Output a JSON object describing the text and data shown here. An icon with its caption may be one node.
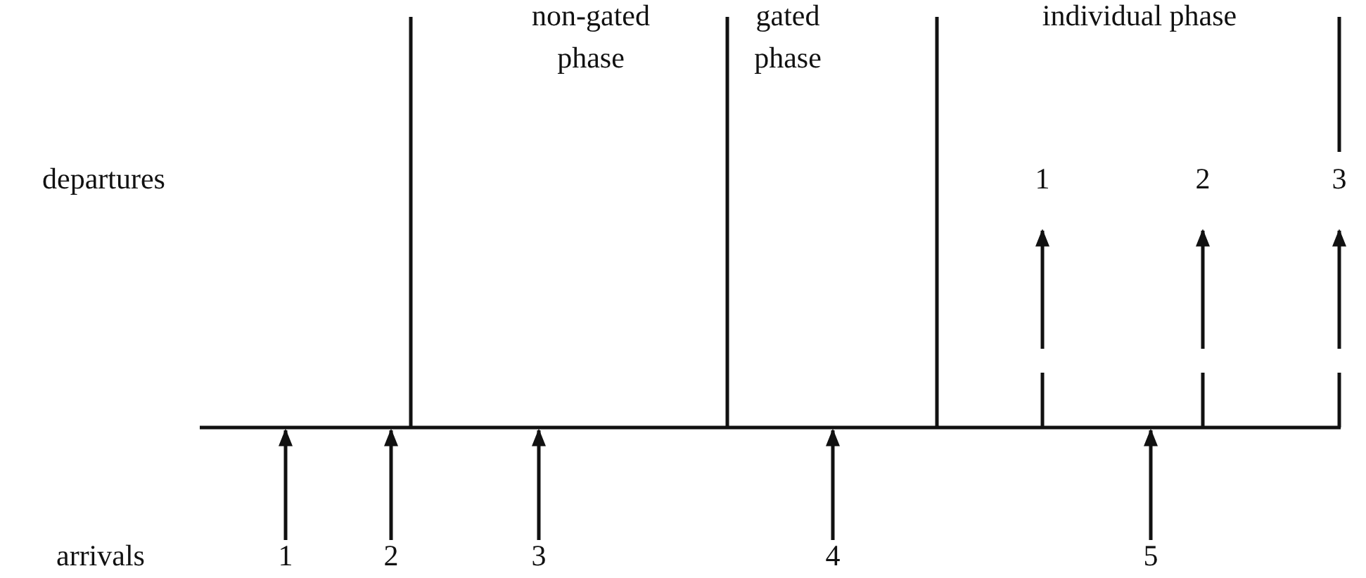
{
  "diagram": {
    "labels": [
      "non-gated phase",
      "gated phase",
      "individual phase",
      "departures",
      "1",
      "2",
      "3",
      "arrivals",
      "1",
      "2",
      "3",
      "4",
      "5"
    ]
  }
}
